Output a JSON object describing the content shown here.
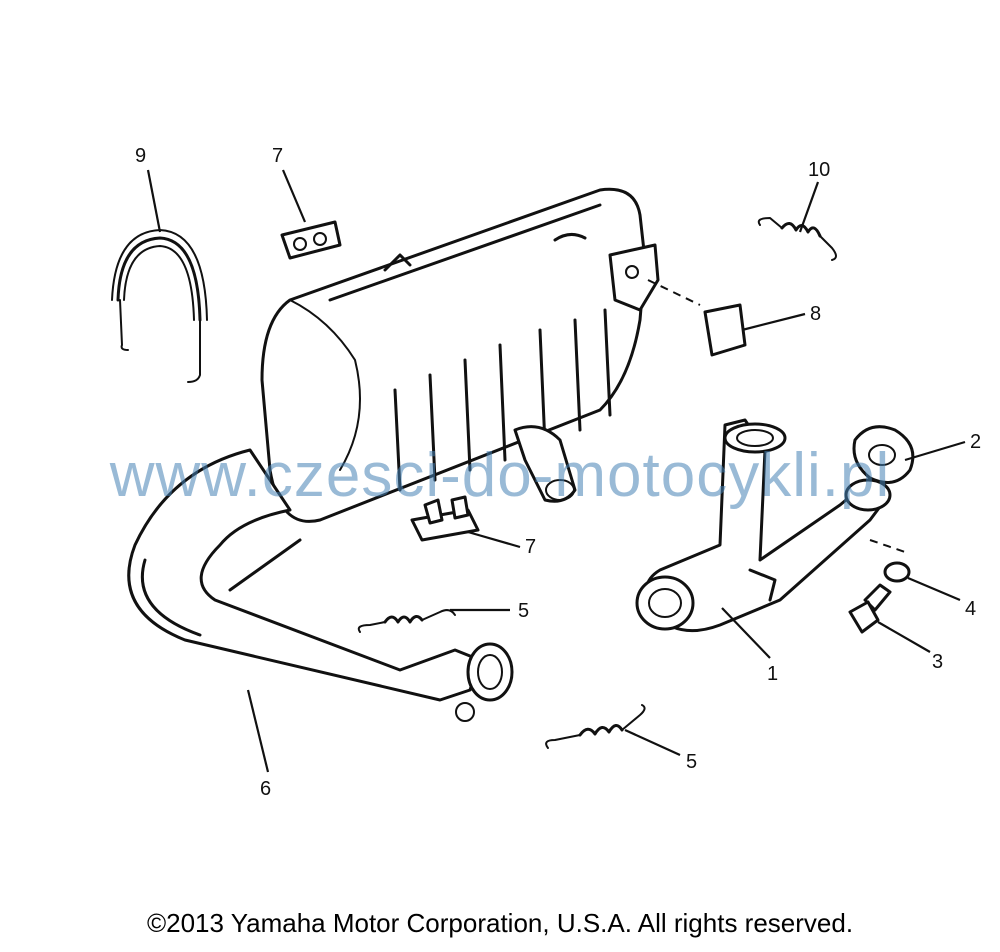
{
  "diagram": {
    "part_labels": [
      "1",
      "2",
      "3",
      "4",
      "5",
      "5",
      "6",
      "7",
      "7",
      "8",
      "9",
      "10"
    ]
  },
  "watermark": {
    "text": "www.czesci-do-motocykli.pl",
    "color": "#4682b4"
  },
  "footer": {
    "copyright": "©2013 Yamaha Motor Corporation, U.S.A. All rights reserved."
  }
}
